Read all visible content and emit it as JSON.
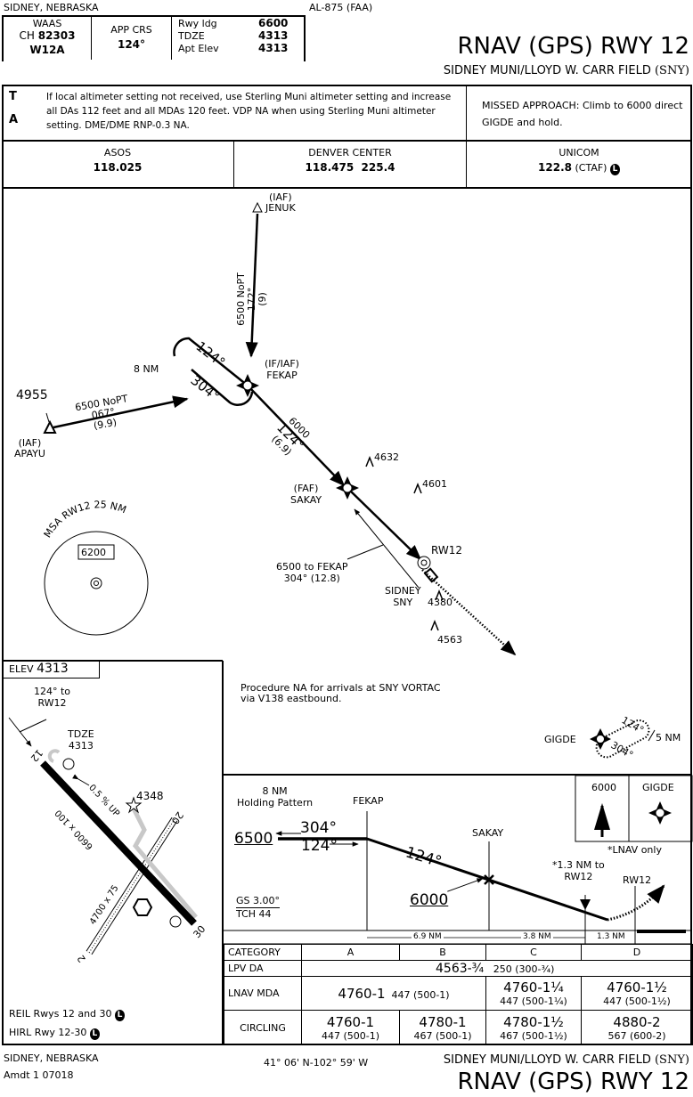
{
  "header": {
    "location": "SIDNEY, NEBRASKA",
    "chart_id": "AL-875 (FAA)",
    "waas_label": "WAAS",
    "ch_label": "CH",
    "ch_value": "82303",
    "waas_id": "W12A",
    "app_crs_label": "APP CRS",
    "app_crs_value": "124°",
    "rwy_ldg_label": "Rwy ldg",
    "rwy_ldg_value": "6600",
    "tdze_label": "TDZE",
    "tdze_value": "4313",
    "apt_elev_label": "Apt Elev",
    "apt_elev_value": "4313",
    "title": "RNAV (GPS) RWY 12",
    "airport": "SIDNEY MUNI/LLOYD W. CARR FIELD",
    "airport_id": "(SNY)"
  },
  "notes": {
    "text": "If local altimeter setting not received, use Sterling Muni altimeter setting and increase all DAs 112 feet and all MDAs 120 feet. VDP NA when using Sterling Muni altimeter setting.  DME/DME RNP-0.3 NA.",
    "takeoff_icon": "T",
    "alternate_icon": "A",
    "missed_approach": "MISSED APPROACH: Climb to 6000 direct GIGDE and hold."
  },
  "comms": [
    {
      "name": "ASOS",
      "freq": "118.025",
      "extra": ""
    },
    {
      "name": "DENVER CENTER",
      "freq": "118.475  225.4",
      "extra": ""
    },
    {
      "name": "UNICOM",
      "freq": "122.8",
      "extra": "(CTAF)",
      "icon": "L"
    }
  ],
  "plan": {
    "jenuk_role": "(IAF)",
    "jenuk": "JENUK",
    "jenuk_route": "6500 NoPT",
    "jenuk_course": "172°",
    "jenuk_dist": "(9)",
    "fekap_role": "(IF/IAF)",
    "fekap": "FEKAP",
    "hold_dist": "8 NM",
    "hold_in": "124°",
    "hold_out": "304°",
    "apayu_elev": "4955",
    "apayu_role": "(IAF)",
    "apayu": "APAYU",
    "apayu_route": "6500 NoPT",
    "apayu_course": "067°",
    "apayu_dist": "(9.9)",
    "seg_alt": "6000",
    "seg_course": "124°",
    "seg_dist": "(6.9)",
    "sakay_role": "(FAF)",
    "sakay": "SAKAY",
    "obst1": "4632",
    "obst2": "4601",
    "obst3": "4563",
    "rw12": "RW12",
    "vortac_name": "SIDNEY",
    "vortac_id": "SNY",
    "vortac_elev": "4380",
    "feeder": "6500 to FEKAP",
    "feeder2": "304° (12.8)",
    "msa_label": "MSA RW12 25 NM",
    "msa_alt": "6200",
    "proc_na": "Procedure NA for arrivals at SNY VORTAC",
    "proc_na2": "via V138 eastbound.",
    "gigde": "GIGDE",
    "gigde_in": "124°",
    "gigde_out": "304°",
    "gigde_dist": "5 NM"
  },
  "airport_diagram": {
    "elev_label": "ELEV",
    "elev": "4313",
    "inbound": "124°  to",
    "inbound2": "RW12",
    "tdze_label": "TDZE",
    "tdze": "4313",
    "rwy12": "12",
    "rwy30": "30",
    "rwy2": "2",
    "rwy20": "20",
    "gradient": "0.5 % UP",
    "main_dims": "6600 x 100",
    "cross_dims": "4700 x 75",
    "obstacle": "4348",
    "reil": "REIL Rwys 12 and 30",
    "hirl": "HIRL Rwy 12-30"
  },
  "profile": {
    "hold_dist": "8 NM",
    "hold_label": "Holding Pattern",
    "fekap": "FEKAP",
    "sakay": "SAKAY",
    "alt_initial": "6500",
    "out_course": "304°",
    "in_course": "124°",
    "final_course": "124°",
    "faf_alt": "6000",
    "gs": "GS 3.00°",
    "tch": "TCH 44",
    "vdp": "*1.3 NM to",
    "vdp2": "RW12",
    "rw12": "RW12",
    "missed_alt": "6000",
    "missed_fix": "GIGDE",
    "lnav_note": "*LNAV only",
    "dist1": "6.9 NM",
    "dist2": "3.8 NM",
    "dist3": "1.3 NM"
  },
  "minimums": {
    "headers": [
      "CATEGORY",
      "A",
      "B",
      "C",
      "D"
    ],
    "lpv": {
      "label": "LPV  DA",
      "value": "4563-¾",
      "hat": "250 (300-¾)"
    },
    "lnav": {
      "label": "LNAV  MDA",
      "ab": "4760-1",
      "ab_hat": "447 (500-1)",
      "c": "4760-1¼",
      "c_hat": "447 (500-1¼)",
      "d": "4760-1½",
      "d_hat": "447 (500-1½)"
    },
    "circling": {
      "label": "CIRCLING",
      "a": "4760-1",
      "a_hat": "447 (500-1)",
      "b": "4780-1",
      "b_hat": "467 (500-1)",
      "c": "4780-1½",
      "c_hat": "467 (500-1½)",
      "d": "4880-2",
      "d_hat": "567 (600-2)"
    }
  },
  "footer": {
    "location": "SIDNEY, NEBRASKA",
    "amendment": "Amdt 1  07018",
    "coords": "41° 06' N-102° 59' W",
    "airport": "SIDNEY MUNI/LLOYD W. CARR FIELD",
    "airport_id": "(SNY)",
    "title": "RNAV (GPS) RWY 12"
  }
}
